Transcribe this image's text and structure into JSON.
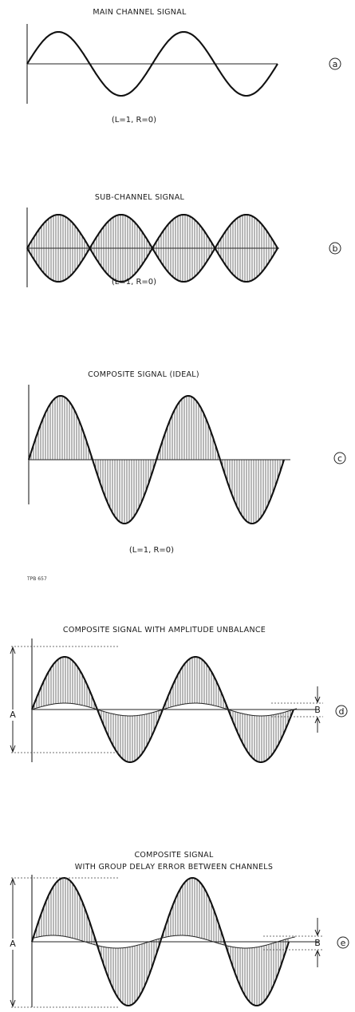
{
  "panels": [
    {
      "id": "a",
      "title": "MAIN CHANNEL SIGNAL",
      "note": "(L=1,  R=0)",
      "marker": "a"
    },
    {
      "id": "b",
      "title": "SUB-CHANNEL SIGNAL",
      "note": "(L=1,  R=0)",
      "marker": "b"
    },
    {
      "id": "c",
      "title": "COMPOSITE SIGNAL (IDEAL)",
      "note": "(L=1,  R=0)",
      "marker": "c"
    },
    {
      "id": "d",
      "title": "COMPOSITE SIGNAL WITH AMPLITUDE UNBALANCE",
      "marker": "d",
      "label_a": "A",
      "label_b": "B"
    },
    {
      "id": "e",
      "title_line1": "COMPOSITE SIGNAL",
      "title_line2": "WITH GROUP DELAY ERROR BETWEEN CHANNELS",
      "marker": "e",
      "label_a": "A",
      "label_b": "B"
    }
  ],
  "figure_ref": "TPB 657"
}
